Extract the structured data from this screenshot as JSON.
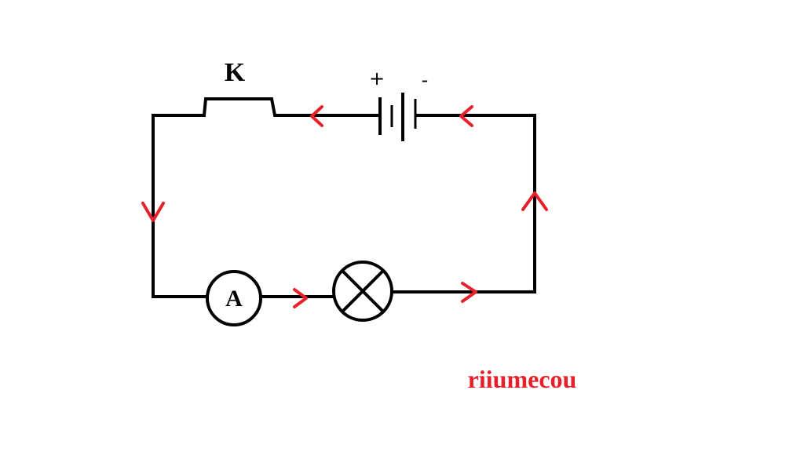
{
  "diagram": {
    "switch_label": "K",
    "battery_plus_label": "+",
    "battery_minus_label": "-",
    "ammeter_label": "A",
    "watermark": "riiumecou"
  },
  "colors": {
    "wire": "#000000",
    "arrow": "#e8202a",
    "watermark": "#e8202a",
    "background": "#ffffff"
  },
  "icons": {
    "lamp": "lamp-cross-icon",
    "ammeter": "ammeter-circle-icon",
    "battery": "battery-cell-icon",
    "switch": "switch-closed-icon"
  }
}
